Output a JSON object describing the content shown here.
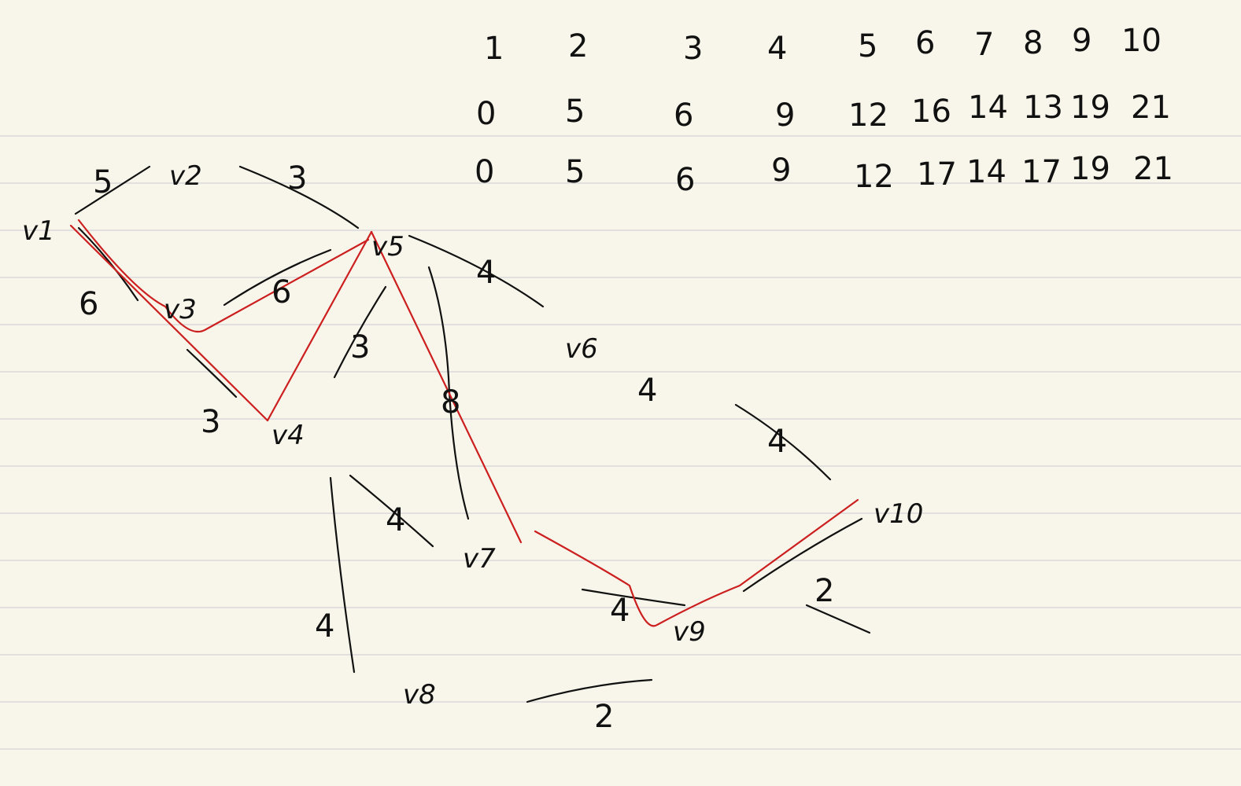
{
  "table": {
    "header": [
      "1",
      "2",
      "3",
      "4",
      "5",
      "6",
      "7",
      "8",
      "9",
      "10"
    ],
    "row1": [
      "0",
      "5",
      "6",
      "9",
      "12",
      "16",
      "14",
      "13",
      "19",
      "21"
    ],
    "row2": [
      "0",
      "5",
      "6",
      "9",
      "12",
      "17",
      "14",
      "17",
      "19",
      "21"
    ]
  },
  "nodes": {
    "v1": "v1",
    "v2": "v2",
    "v3": "v3",
    "v4": "v4",
    "v5": "v5",
    "v6": "v6",
    "v7": "v7",
    "v8": "v8",
    "v9": "v9",
    "v10": "v10"
  },
  "weights": {
    "v1_v2": "5",
    "v2_v5": "3",
    "v1_v3": "6",
    "v3_v5": "6",
    "v1_v4": "3",
    "v4_v5": "3",
    "v5_v6": "4",
    "v5_v7": "8",
    "v6_v10": "4",
    "v4_v8": "4",
    "v4_v7": "4",
    "v7_v9": "4",
    "v8_v9": "2",
    "v9_v10": "2"
  },
  "colors": {
    "ink": "#111111",
    "critical_path": "#cc1f1f",
    "paper": "#f8f6ea",
    "rule": "#d9d9d9"
  }
}
